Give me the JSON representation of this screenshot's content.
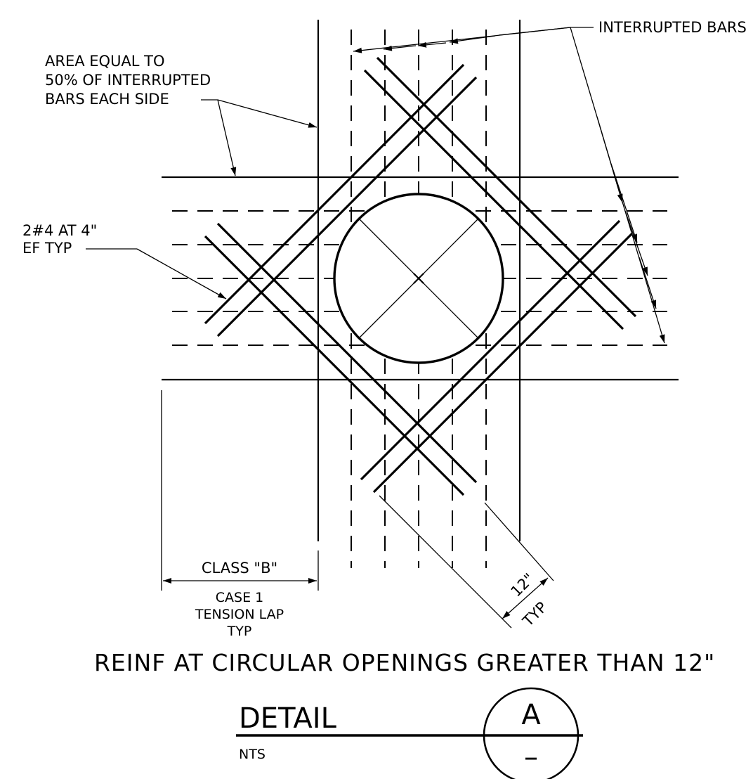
{
  "labels": {
    "interrupted_bars": "INTERRUPTED BARS",
    "area_note": [
      "AREA EQUAL TO",
      "50% OF INTERRUPTED",
      "BARS EACH SIDE"
    ],
    "bar_note": [
      "2#4 AT 4\"",
      "EF TYP"
    ],
    "lap_top": "CLASS \"B\"",
    "lap_bottom": [
      "CASE 1",
      "TENSION LAP",
      "TYP"
    ],
    "spacing_value": "12\"",
    "spacing_typ": "TYP"
  },
  "title": "REINF AT CIRCULAR OPENINGS GREATER THAN 12\"",
  "detail": {
    "word": "DETAIL",
    "scale": "NTS",
    "letter": "A",
    "sheet": "–"
  },
  "colors": {
    "ink": "#000000",
    "paper": "#ffffff"
  }
}
